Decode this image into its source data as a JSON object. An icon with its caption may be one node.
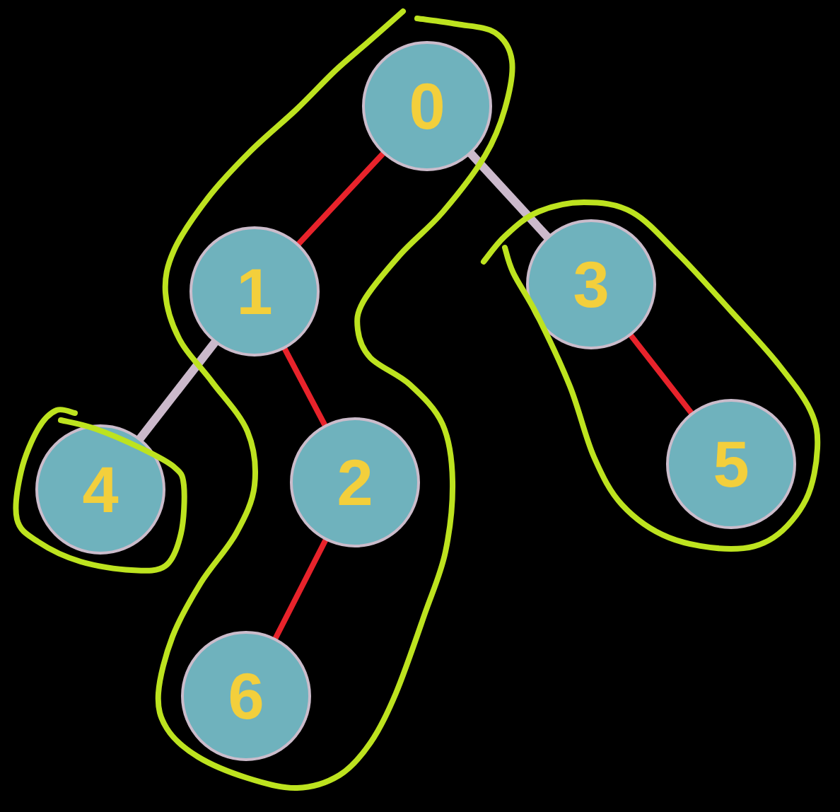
{
  "diagram": {
    "nodes": [
      {
        "text": [],
        "shape": "loop"
      },
      {
        "text": [
          "0"
        ],
        "in": 0
      },
      {
        "text": [
          "1"
        ],
        "in": 0
      },
      {
        "text": [
          "2"
        ],
        "in": 0
      },
      {
        "text": [
          "6"
        ],
        "in": 0
      },
      {
        "text": [],
        "shape": "loop"
      },
      {
        "text": [
          "3"
        ],
        "in": 5
      },
      {
        "text": [
          "5"
        ],
        "in": 5
      },
      {
        "text": [],
        "shape": "loop"
      },
      {
        "text": [
          "4"
        ],
        "in": 8
      }
    ],
    "edges": [
      {
        "from": 1,
        "to": 2,
        "arrow": "none"
      },
      {
        "from": 1,
        "to": 6,
        "arrow": "none",
        "color": "#cbb9cb"
      },
      {
        "from": 2,
        "to": 9,
        "arrow": "none",
        "color": "#cbb9cb"
      },
      {
        "from": 2,
        "to": 3,
        "arrow": "none"
      },
      {
        "from": 3,
        "to": 4,
        "arrow": "none"
      },
      {
        "from": 6,
        "to": 7,
        "arrow": "none"
      }
    ]
  }
}
